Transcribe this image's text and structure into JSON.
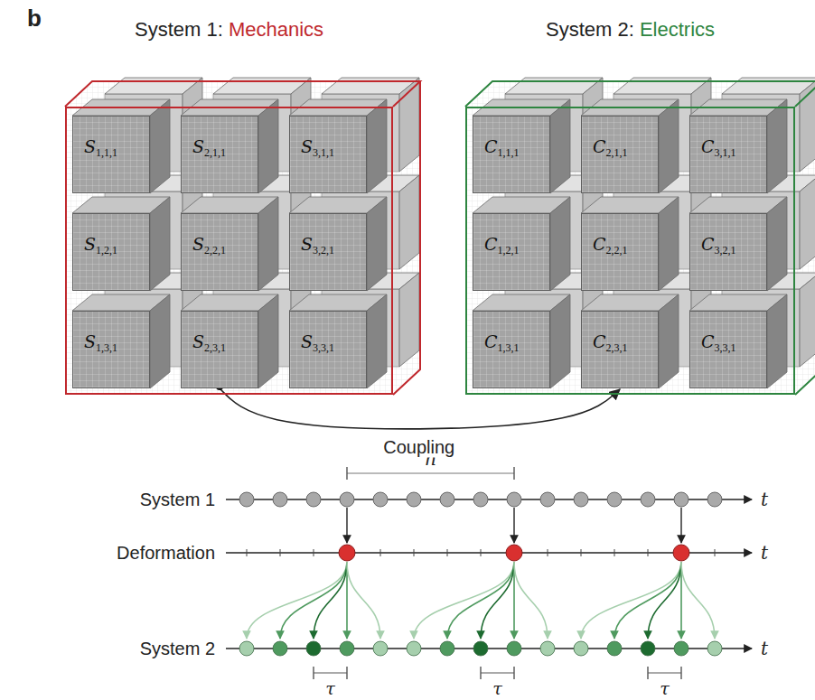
{
  "diagram": {
    "nodes": [
      {
        "text": [
          "System 1: Mechanics"
        ]
      },
      {
        "text": [
          "S1,1,1"
        ],
        "in": 0
      },
      {
        "text": [
          "S2,1,1"
        ],
        "in": 0
      },
      {
        "text": [
          "S3,1,1"
        ],
        "in": 0
      },
      {
        "text": [
          "S1,2,1"
        ],
        "in": 0
      },
      {
        "text": [
          "S2,2,1"
        ],
        "in": 0
      },
      {
        "text": [
          "S3,2,1"
        ],
        "in": 0
      },
      {
        "text": [
          "S1,3,1"
        ],
        "in": 0
      },
      {
        "text": [
          "S2,3,1"
        ],
        "in": 0
      },
      {
        "text": [
          "S3,3,1"
        ],
        "in": 0
      },
      {
        "text": [
          "System 2: Electrics"
        ]
      },
      {
        "text": [
          "C1,1,1"
        ],
        "in": 10
      },
      {
        "text": [
          "C2,1,1"
        ],
        "in": 10
      },
      {
        "text": [
          "C3,1,1"
        ],
        "in": 10
      },
      {
        "text": [
          "C1,2,1"
        ],
        "in": 10
      },
      {
        "text": [
          "C2,2,1"
        ],
        "in": 10
      },
      {
        "text": [
          "C3,2,1"
        ],
        "in": 10
      },
      {
        "text": [
          "C1,3,1"
        ],
        "in": 10
      },
      {
        "text": [
          "C2,3,1"
        ],
        "in": 10
      },
      {
        "text": [
          "C3,3,1"
        ],
        "in": 10
      }
    ],
    "edges": [
      {
        "from": 8,
        "to": 18,
        "label": "Coupling",
        "arrow": "to"
      }
    ],
    "labels": [
      "b",
      "System 1",
      "Deformation",
      "System 2",
      "t",
      "t",
      "t",
      "n",
      "τ",
      "τ",
      "τ"
    ]
  }
}
